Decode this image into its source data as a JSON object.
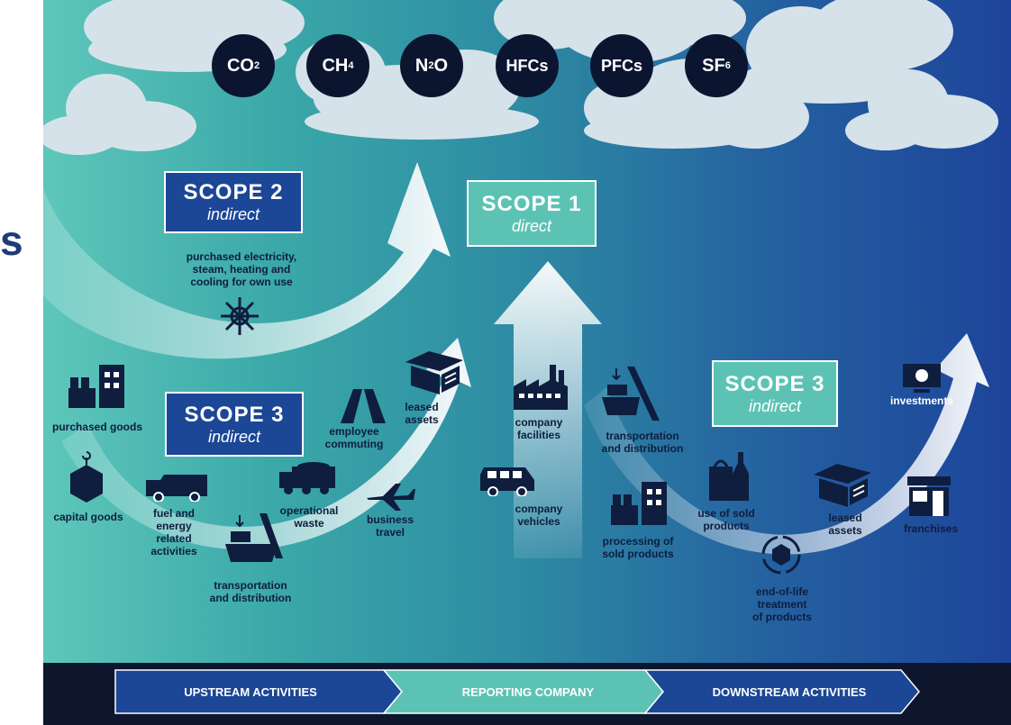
{
  "fragment": {
    "text": "s"
  },
  "gases": [
    {
      "main": "CO",
      "sub": "2"
    },
    {
      "main": "CH",
      "sub": "4"
    },
    {
      "main": "N",
      "sub": "2",
      "tail": "O"
    },
    {
      "main": "HFCs",
      "sub": ""
    },
    {
      "main": "PFCs",
      "sub": ""
    },
    {
      "main": "SF",
      "sub": "6"
    }
  ],
  "scope2": {
    "title": "SCOPE 2",
    "subtitle": "indirect",
    "description": "purchased electricity,\nsteam, heating and\ncooling for own use"
  },
  "scope1": {
    "title": "SCOPE 1",
    "subtitle": "direct",
    "labels": {
      "facilities": "company\nfacilities",
      "vehicles": "company\nvehicles"
    }
  },
  "scope3_up": {
    "title": "SCOPE 3",
    "subtitle": "indirect",
    "items": {
      "purchased_goods": "purchased goods",
      "capital_goods": "capital goods",
      "fuel": "fuel and\nenergy\nrelated\nactivities",
      "transport": "transportation\nand distribution",
      "waste": "operational\nwaste",
      "commuting": "employee\ncommuting",
      "leased": "leased\nassets",
      "travel": "business\ntravel"
    }
  },
  "scope3_down": {
    "title": "SCOPE 3",
    "subtitle": "indirect",
    "items": {
      "transport": "transportation\nand distribution",
      "processing": "processing of\nsold products",
      "use": "use of sold\nproducts",
      "eol": "end-of-life\ntreatment\nof products",
      "leased": "leased\nassets",
      "franchises": "franchises",
      "investments": "investments"
    }
  },
  "footer": {
    "upstream": "UPSTREAM ACTIVITIES",
    "reporting": "REPORTING COMPANY",
    "downstream": "DOWNSTREAM ACTIVITIES"
  },
  "colors": {
    "dark": "#0c1530",
    "blue": "#1c4696",
    "teal": "#5cc3b4"
  }
}
